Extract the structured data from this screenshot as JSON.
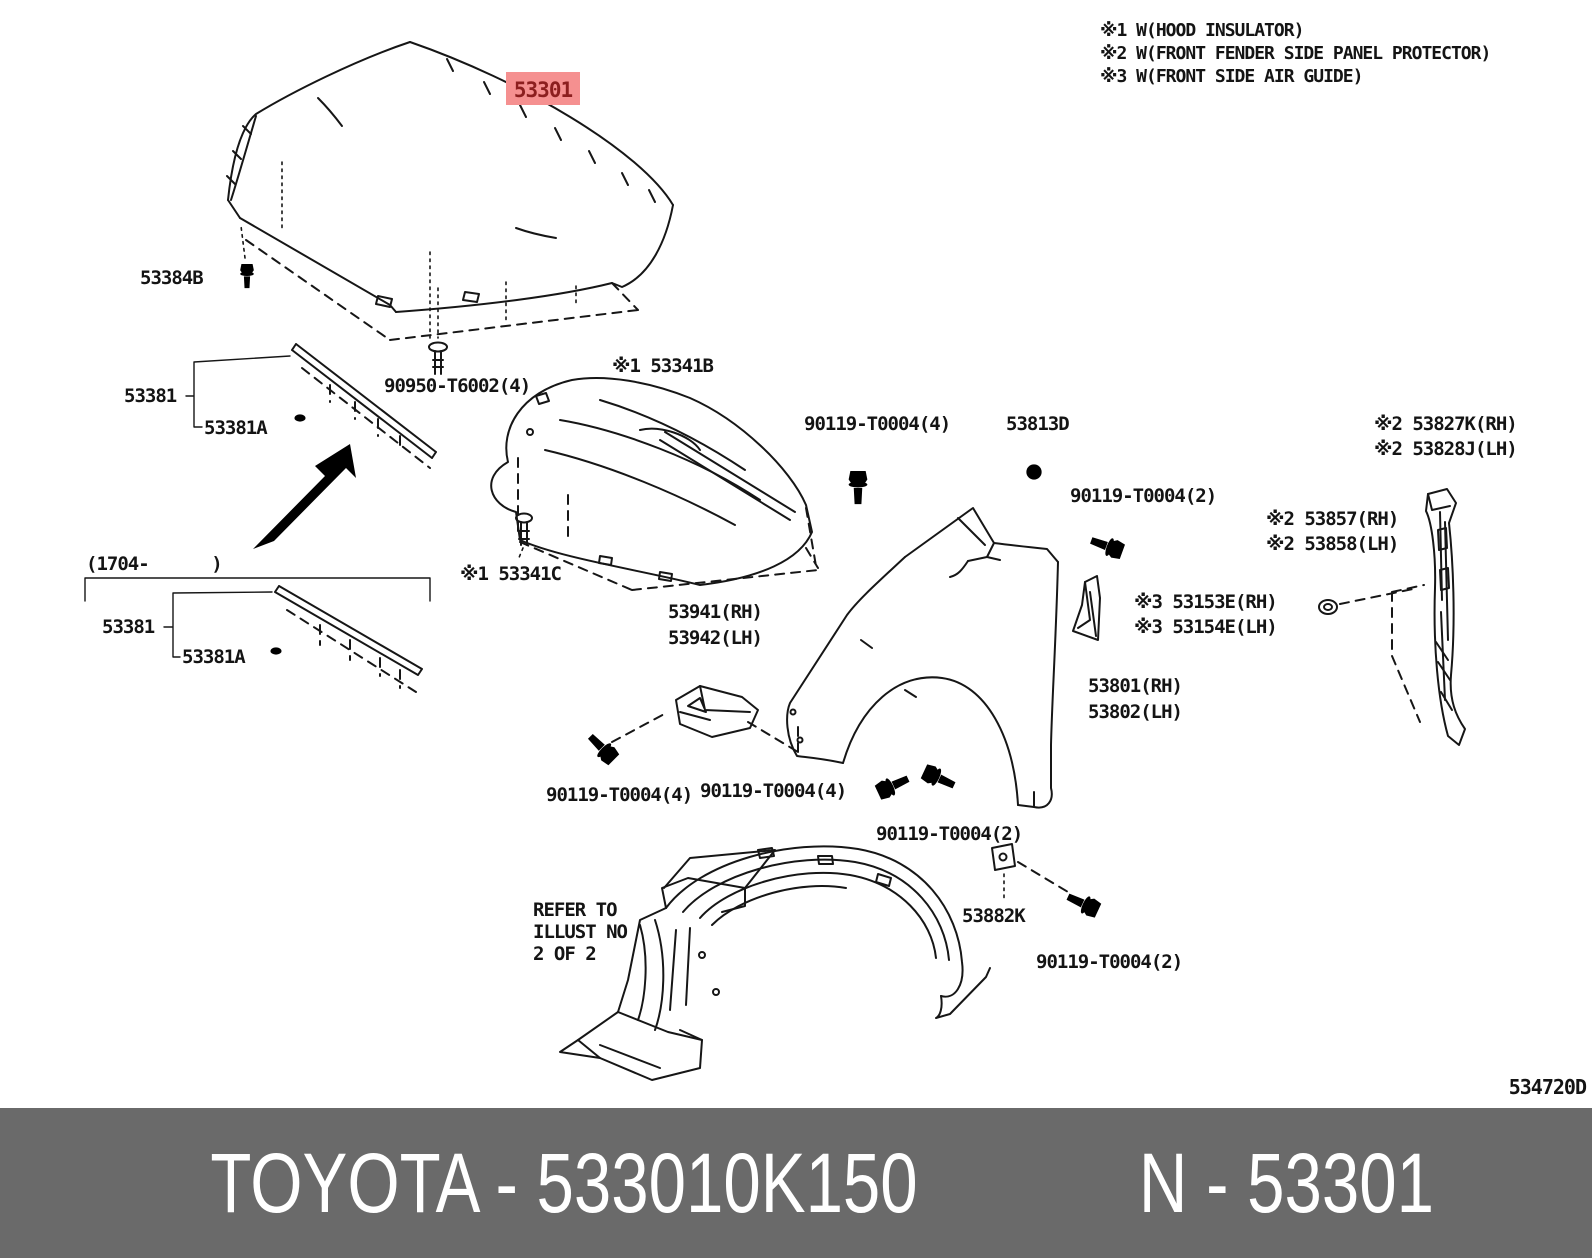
{
  "footnotes": {
    "f1": "※1 W(HOOD INSULATOR)",
    "f2": "※2 W(FRONT FENDER SIDE PANEL PROTECTOR)",
    "f3": "※3 W(FRONT SIDE AIR GUIDE)"
  },
  "highlight": {
    "part": "53301",
    "bg": "#f59090",
    "fg": "#8c1f1f"
  },
  "callouts": {
    "hood_bolt": "53384B",
    "seal_1": "53381",
    "seal_clip_1": "53381A",
    "hood_clip": "90950-T6002(4)",
    "insulator": "※1 53341B",
    "insulator_clip": "※1 53341C",
    "date_range": "(1704-      )",
    "seal_2": "53381",
    "seal_clip_2": "53381A",
    "bolt4_a": "90119-T0004(4)",
    "grommet": "53813D",
    "bolt2_a": "90119-T0004(2)",
    "protector_rh": "※2 53827K(RH)",
    "protector_lh": "※2 53828J(LH)",
    "pclip_rh": "※2 53857(RH)",
    "pclip_lh": "※2 53858(LH)",
    "airguide_rh": "※3 53153E(RH)",
    "airguide_lh": "※3 53154E(LH)",
    "lock_rh": "53941(RH)",
    "lock_lh": "53942(LH)",
    "fender_rh": "53801(RH)",
    "fender_lh": "53802(LH)",
    "bolt4_b": "90119-T0004(4)",
    "bolt4_c": "90119-T0004(4)",
    "bolt2_b": "90119-T0004(2)",
    "refer_1": "REFER TO",
    "refer_2": "ILLUST NO",
    "refer_3": "2 OF 2",
    "shim": "53882K",
    "bolt2_c": "90119-T0004(2)"
  },
  "diagram_code": "534720D",
  "footer": {
    "left": "TOYOTA - 533010K150",
    "right": "N - 53301",
    "bg": "#6a6a6a",
    "fg": "#ffffff"
  }
}
